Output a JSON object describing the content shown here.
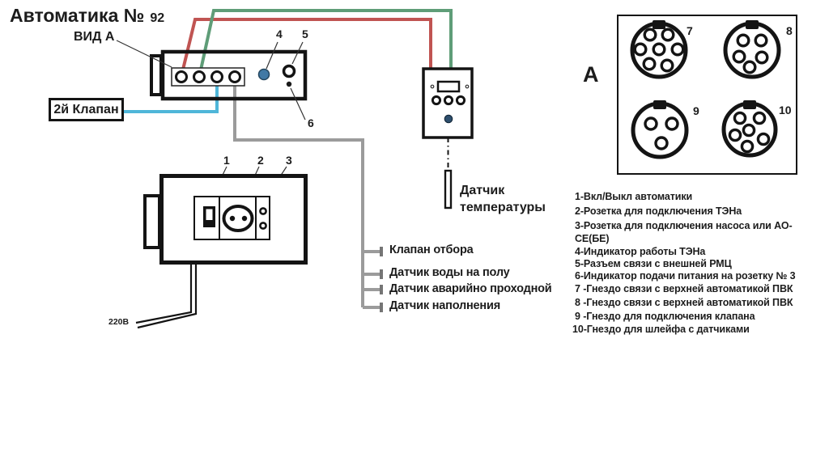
{
  "title": {
    "text": "Автоматика №",
    "number": "92"
  },
  "view_label": "ВИД А",
  "panel_letter": "А",
  "valve2_label": "2й Клапан",
  "power_label": "220В",
  "temp_sensor_label": "Датчик температуры",
  "callouts": {
    "c1": "1",
    "c2": "2",
    "c3": "3",
    "c4": "4",
    "c5": "5",
    "c6": "6",
    "c7": "7",
    "c8": "8",
    "c9": "9",
    "c10": "10"
  },
  "wire_labels": [
    "Клапан отбора",
    "Датчик воды на полу",
    "Датчик аварийно проходной",
    "Датчик наполнения"
  ],
  "legend_lines": [
    "1-Вкл/Выкл автоматики",
    "2-Розетка для подключения ТЭНа",
    "3-Розетка для подключения насоса или АО-",
    "СЕ(БЕ)",
    "4-Индикатор работы ТЭНа",
    "5-Разъем связи с внешней РМЦ",
    "6-Индикатор подачи питания на розетку № 3",
    "7 -Гнездо связи с верхней автоматикой ПВК",
    "8 -Гнездо связи с верхней автоматикой ПВК",
    "9 -Гнездо для подключения клапана",
    "10-Гнездо для шлейфа с датчиками"
  ],
  "colors": {
    "red_wire": "#c05452",
    "green_wire": "#5f9d78",
    "blue_wire": "#4fb6d9",
    "gray_wire": "#9b9b9b",
    "tick_gray": "#757575",
    "indicator_blue": "#4179a5",
    "button_blue": "#2e4f6d"
  }
}
